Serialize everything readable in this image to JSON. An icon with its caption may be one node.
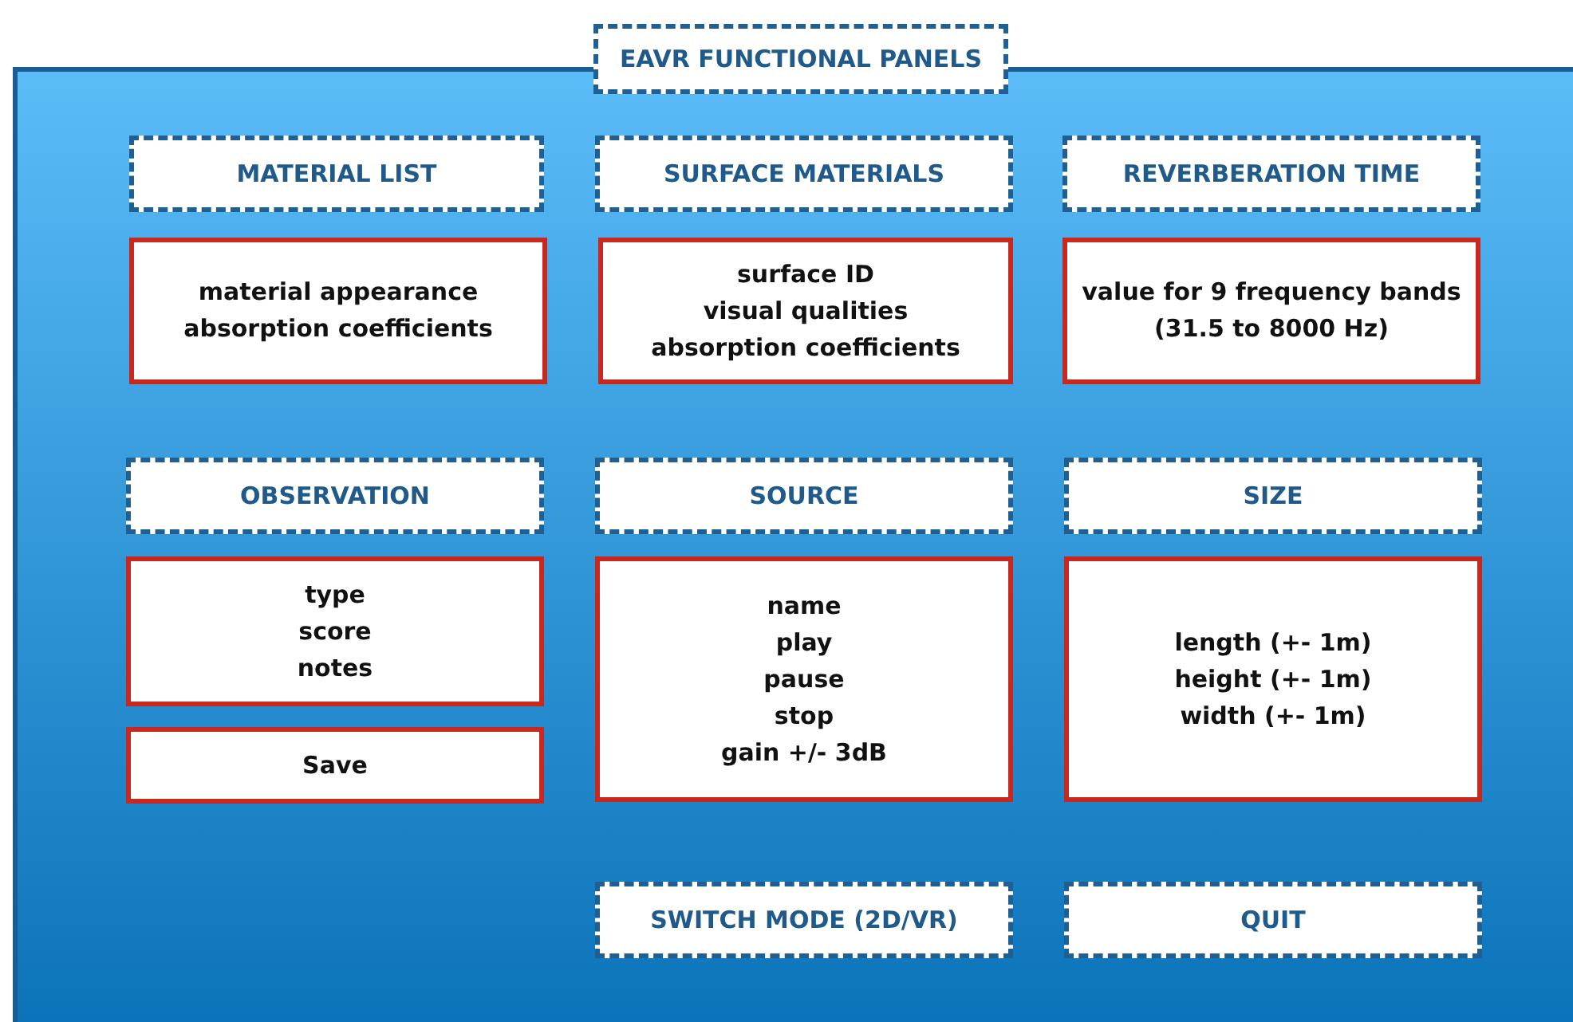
{
  "diagram": {
    "nodes": [
      {
        "text": [
          "EAVR FUNCTIONAL PANELS"
        ]
      },
      {
        "text": [],
        "shape": "box"
      },
      {
        "text": [
          "MATERIAL LIST"
        ],
        "in": 1
      },
      {
        "text": [
          "SURFACE MATERIALS"
        ],
        "in": 1
      },
      {
        "text": [
          "REVERBERATION TIME"
        ],
        "in": 1
      },
      {
        "text": [
          "material appearance",
          "absorption coefficients"
        ],
        "in": 1
      },
      {
        "text": [
          "surface ID",
          "visual qualities",
          "absorption coefficients"
        ],
        "in": 1
      },
      {
        "text": [
          "value for 9 frequency bands",
          "(31.5 to 8000 Hz)"
        ],
        "in": 1
      },
      {
        "text": [
          "OBSERVATION"
        ],
        "in": 1
      },
      {
        "text": [
          "SOURCE"
        ],
        "in": 1
      },
      {
        "text": [
          "SIZE"
        ],
        "in": 1
      },
      {
        "text": [
          "type",
          "score",
          "notes"
        ],
        "in": 1
      },
      {
        "text": [
          "name",
          "play",
          "pause",
          "stop",
          "gain +/- 3dB"
        ],
        "in": 1
      },
      {
        "text": [
          "length (+- 1m)",
          "height (+- 1m)",
          "width (+- 1m)"
        ],
        "in": 1
      },
      {
        "text": [
          "Save"
        ],
        "in": 1
      },
      {
        "text": [
          "SWITCH MODE (2D/VR)"
        ],
        "in": 1
      },
      {
        "text": [
          "QUIT"
        ],
        "in": 1
      }
    ]
  }
}
